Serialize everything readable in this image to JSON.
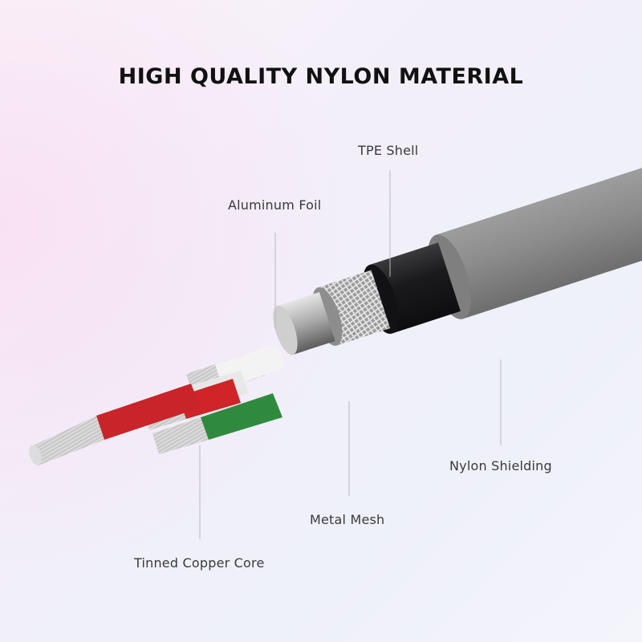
{
  "title": "HIGH QUALITY NYLON MATERIAL",
  "labels": {
    "tpe_shell": "TPE Shell",
    "aluminum_foil": "Aluminum Foil",
    "nylon_shielding": "Nylon Shielding",
    "metal_mesh": "Metal Mesh",
    "tinned_copper_core": "Tinned Copper Core"
  },
  "colors": {
    "shell": "#8e8e8e",
    "black_jacket": "#1c1c1e",
    "wire_red": "#cf2428",
    "wire_green": "#2f8a3e",
    "wire_white": "#f2f2f2"
  }
}
